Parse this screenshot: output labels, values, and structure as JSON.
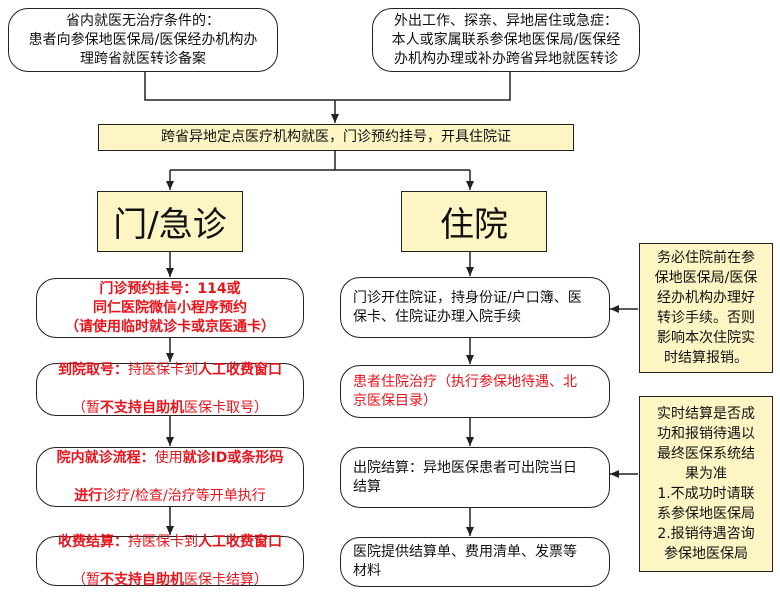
{
  "top_left": {
    "text": "省内就医无治疗条件的：\n患者向参保地医保局/医保经办机构办\n理跨省就医转诊备案"
  },
  "top_right": {
    "text": "外出工作、探亲、异地居住或急症：\n本人或家属联系参保地医保局/医保经\n办机构办理或补办跨省异地就医转诊"
  },
  "center_bar": {
    "text": "跨省异地定点医疗机构就医，门诊预约挂号，开具住院证"
  },
  "outpatient": {
    "title": "门/急诊",
    "step1": {
      "text": "门诊预约挂号：114或\n同仁医院微信小程序预约\n（请使用临时就诊卡或京医通卡）"
    },
    "step2": {
      "line1_bold": "到院取号：",
      "line1_a": "持医保卡到",
      "line1_b": "人工收费窗口",
      "line2_a": "（暂",
      "line2_b": "不支持自助机",
      "line2_c": "医保卡取号）"
    },
    "step3": {
      "line1_bold": "院内就诊流程：",
      "line1_a": "使用",
      "line1_b": "就诊ID或条形码",
      "line2_bold": "进行",
      "line2_a": "诊疗/检查/治疗等开单执行"
    },
    "step4": {
      "line1_bold": "收费结算：",
      "line1_a": "持医保卡到",
      "line1_b": "人工收费窗口",
      "line2_a": "（暂",
      "line2_b": "不支持自助机",
      "line2_c": "医保卡结算）"
    }
  },
  "inpatient": {
    "title": "住院",
    "step1": {
      "text": "门诊开住院证，持身份证/户口簿、医\n保卡、住院证办理入院手续"
    },
    "step2": {
      "text": "患者住院治疗（执行参保地待遇、北\n京医保目录）"
    },
    "step3": {
      "text": "出院结算：异地医保患者可出院当日\n结算"
    },
    "step4": {
      "text": "医院提供结算单、费用清单、发票等\n材料"
    }
  },
  "note1": {
    "text": "务必住院前在参\n保地医保局/医保\n经办机构办理好\n转诊手续。否则\n影响本次住院实\n时结算报销。"
  },
  "note2": {
    "text": "实时结算是否成\n功和报销待遇以\n最终医保系统结\n果为准\n1.不成功时请联\n系参保地医保局\n2.报销待遇咨询\n参保地医保局"
  },
  "colors": {
    "red": "#e8141c",
    "note_fill": "#fdf5c4",
    "stroke": "#222222"
  }
}
